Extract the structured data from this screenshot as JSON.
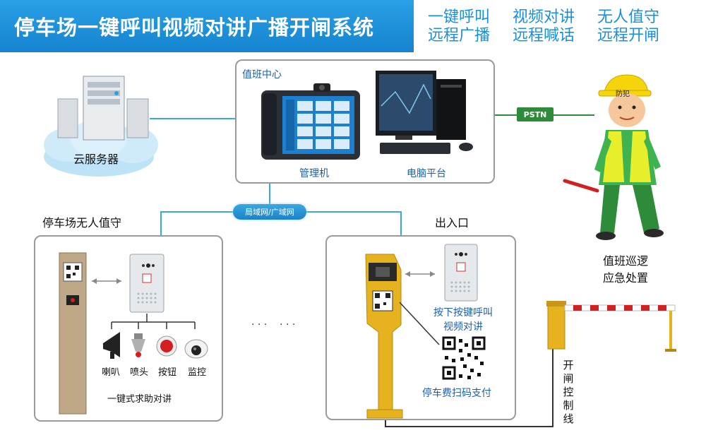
{
  "header": {
    "title": "停车场一键呼叫视频对讲广播开闸系统",
    "features": [
      {
        "line1": "一键呼叫",
        "line2": "远程广播"
      },
      {
        "line1": "视频对讲",
        "line2": "远程喊话"
      },
      {
        "line1": "无人值守",
        "line2": "远程开闸"
      }
    ]
  },
  "cloud": {
    "label": "云服务器"
  },
  "duty_center": {
    "title": "值班中心",
    "manager_label": "管理机",
    "pc_label": "电脑平台"
  },
  "pstn": {
    "label": "PSTN"
  },
  "guard": {
    "cap_text": "防犯",
    "caption_line1": "值班巡逻",
    "caption_line2": "应急处置"
  },
  "network": {
    "label": "局域网/广域网"
  },
  "unattended": {
    "title": "停车场无人值守",
    "devices": [
      "喇叭",
      "喷头",
      "按钮",
      "监控"
    ],
    "caption": "一键式求助对讲"
  },
  "ellipsis": "· · ·    · · ·",
  "entrance": {
    "title": "出入口",
    "intercom_line1": "按下按键呼叫",
    "intercom_line2": "视频对讲",
    "pay_label": "停车费扫码支付"
  },
  "barrier": {
    "label": [
      "开",
      "闸",
      "控",
      "制",
      "线"
    ]
  },
  "colors": {
    "title_bg": "#1b8fd8",
    "accent_blue": "#1b8fd8",
    "line_blue": "#3aa8e0",
    "pstn_green": "#2e8b3a",
    "guard_yellow": "#f5d50a",
    "post_yellow": "#e6b21e"
  }
}
